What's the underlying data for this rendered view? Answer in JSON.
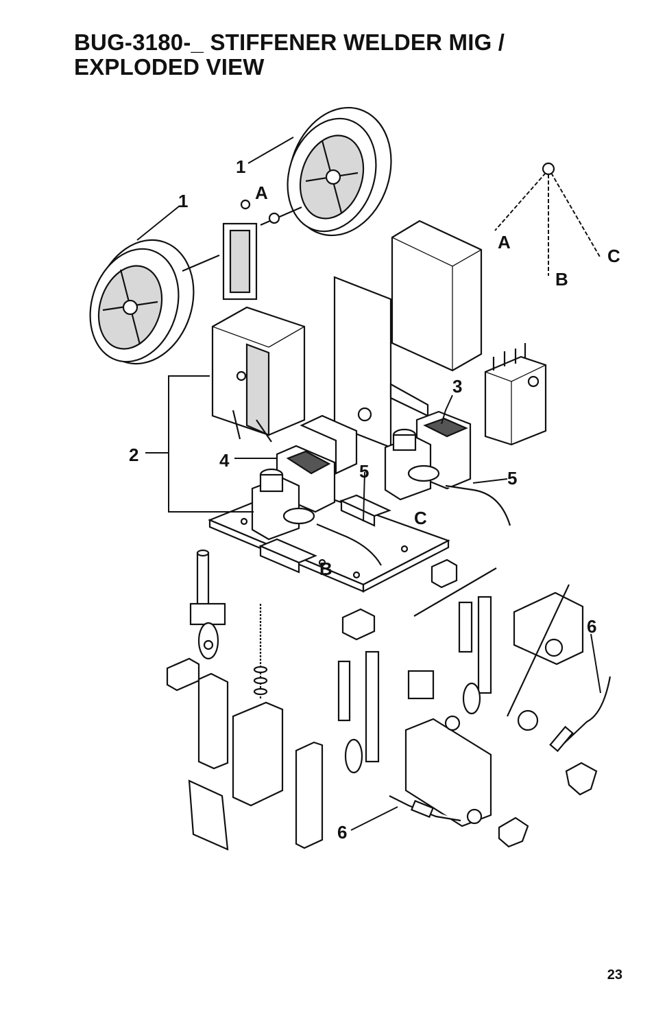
{
  "header": {
    "title_line1": "BUG-3180-_ STIFFENER WELDER MIG /",
    "title_line2": "EXPLODED VIEW"
  },
  "callouts": {
    "c1_top": "1",
    "c1_left": "1",
    "cA_bracket": "A",
    "cA_chain": "A",
    "cB_chain": "B",
    "cC_chain": "C",
    "c2": "2",
    "c3": "3",
    "c4": "4",
    "c5_left": "5",
    "c5_right": "5",
    "cC_base": "C",
    "cB_base": "B",
    "c6_right": "6",
    "c6_bottom": "6"
  },
  "footer": {
    "page_number": "23"
  }
}
